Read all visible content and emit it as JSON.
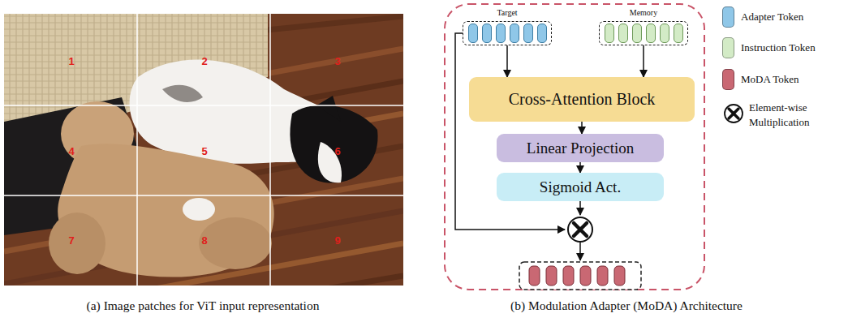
{
  "diagram": {
    "nodes": [
      {
        "text": [
          "Target"
        ]
      },
      {
        "text": [
          "Memory"
        ]
      },
      {
        "text": [
          "Cross-Attention Block"
        ]
      },
      {
        "text": [
          "Linear Projection"
        ]
      },
      {
        "text": [
          "Sigmoid Act."
        ]
      }
    ],
    "edges": [
      {
        "from": 0,
        "to": 2,
        "arrow": "to"
      },
      {
        "from": 1,
        "to": 2,
        "arrow": "to"
      },
      {
        "from": 2,
        "to": 3,
        "arrow": "to"
      },
      {
        "from": 3,
        "to": 4,
        "arrow": "to"
      }
    ],
    "labels": [
      "1",
      "2",
      "3",
      "4",
      "5",
      "6",
      "7",
      "8",
      "9",
      "(a) Image patches for ViT input representation",
      "(b) Modulation Adapter (MoDA) Architecture"
    ],
    "legend": [
      {
        "text": "Adapter Token",
        "color": "#8fc7e8"
      },
      {
        "text": "Instruction Token",
        "color": "#d3ebc6"
      },
      {
        "text": "MoDA Token",
        "color": "#c96873"
      },
      {
        "text": "Element-wise Multiplication"
      }
    ]
  }
}
